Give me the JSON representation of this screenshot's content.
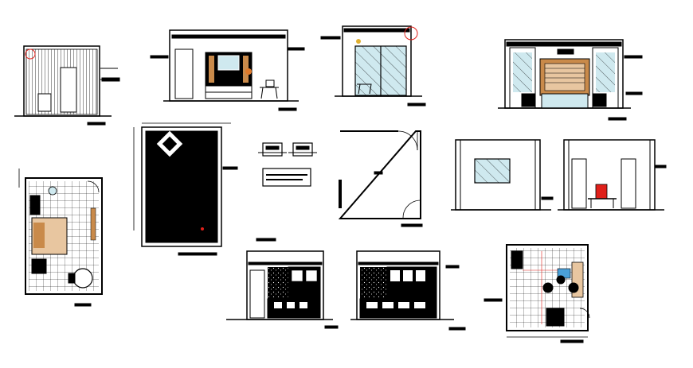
{
  "drawing": {
    "background": "#ffffff",
    "line_color": "#000000",
    "accent_red": "#e0201a",
    "accent_orange": "#e07a2a",
    "glass_color": "#cfe9ef",
    "wood_color": "#c98a4a",
    "panels": [
      {
        "id": "wardrobe-elevation",
        "kind": "elevation"
      },
      {
        "id": "study-elevation",
        "kind": "elevation"
      },
      {
        "id": "glass-door-elevation",
        "kind": "elevation"
      },
      {
        "id": "bed-elevation",
        "kind": "elevation"
      },
      {
        "id": "solid-floor-plan",
        "kind": "plan"
      },
      {
        "id": "detail-sections",
        "kind": "detail"
      },
      {
        "id": "room-plan",
        "kind": "plan"
      },
      {
        "id": "window-elevation",
        "kind": "elevation"
      },
      {
        "id": "dining-elevation",
        "kind": "elevation"
      },
      {
        "id": "tiled-floor-plan",
        "kind": "plan"
      },
      {
        "id": "kitchen-elevation-left",
        "kind": "elevation"
      },
      {
        "id": "kitchen-elevation-right",
        "kind": "elevation"
      },
      {
        "id": "dining-floor-plan",
        "kind": "plan"
      }
    ]
  }
}
